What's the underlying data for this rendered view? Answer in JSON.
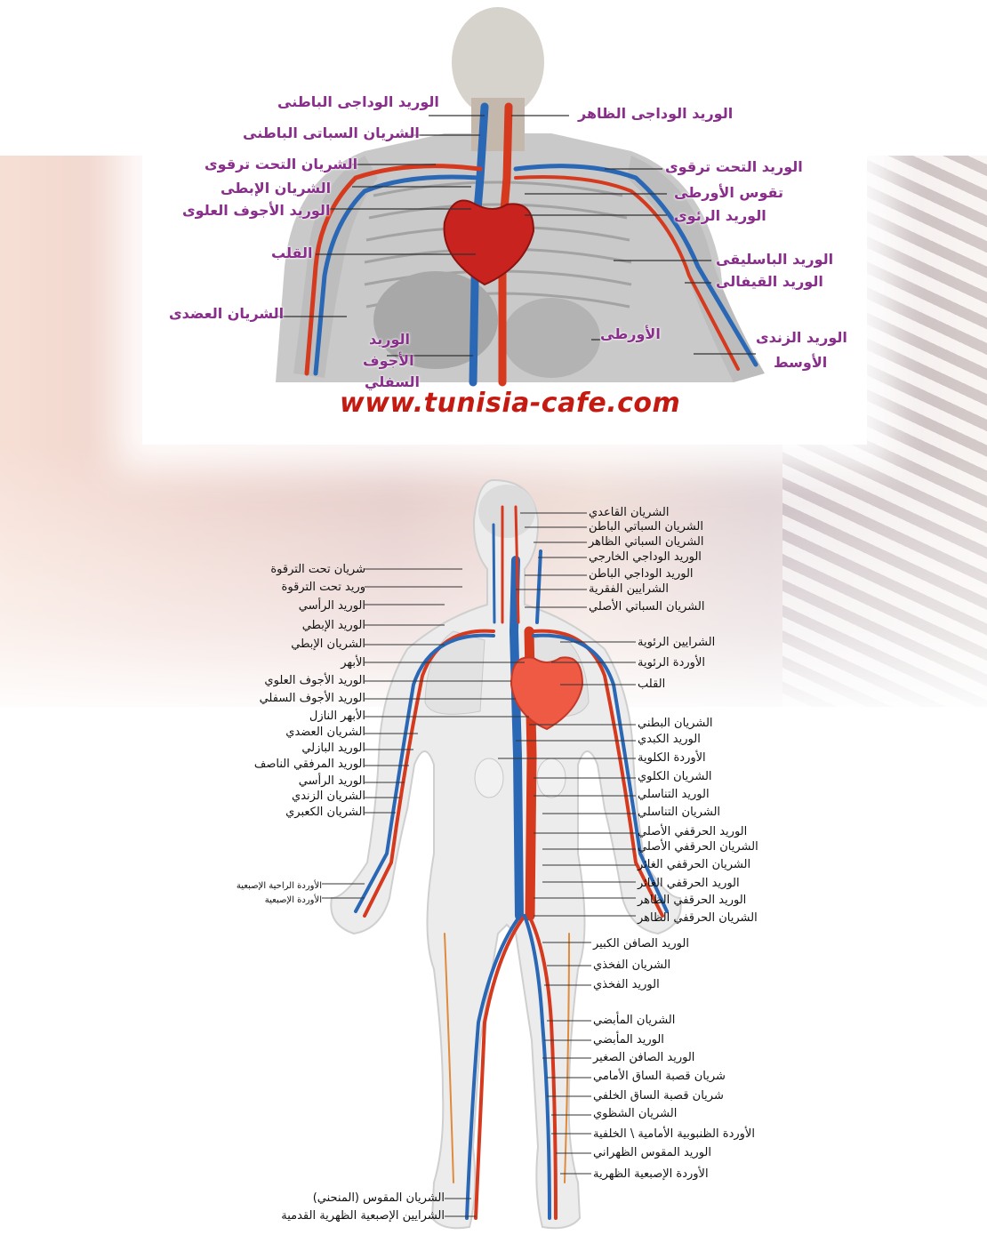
{
  "top": {
    "watermark": "www.tunisia-cafe.com",
    "labels_left": [
      "الوريد الوداجى الباطنى",
      "الشريان السباتى الباطنى",
      "الشريان التحت ترقوى",
      "الشريان الإبطى",
      "الوريد الأجوف العلوى",
      "القلب",
      "الشريان العضدى",
      "الوريد",
      "الأجوف",
      "السفلي"
    ],
    "labels_right": [
      "الوريد الوداجى الظاهر",
      "الوريد التحت ترقوى",
      "تقوس الأورطى",
      "الوريد الرئوى",
      "الوريد الباسليقى",
      "الوريد القيفالى",
      "الأورطى",
      "الوريد الزندى",
      "الأوسط"
    ]
  },
  "bottom": {
    "labels_right": [
      "الشريان القاعدي",
      "الشريان السباتي الباطن",
      "الشريان السباتي الظاهر",
      "الوريد الوداجي الخارجي",
      "الوريد الوداجي الباطن",
      "الشرايين الفقرية",
      "الشريان السباتي الأصلي",
      "الشرايين الرئوية",
      "الأوردة الرئوية",
      "القلب",
      "الشريان البطني",
      "الوريد الكبدي",
      "الأوردة الكلوية",
      "الشريان الكلوي",
      "الوريد التناسلي",
      "الشريان التناسلي",
      "الوريد الحرقفي الأصلي",
      "الشريان الحرقفي الأصلي",
      "الشريان الحرقفي الغائر",
      "الوريد الحرقفي الغائر",
      "الوريد الحرقفي الظاهر",
      "الشريان الحرقفي الظاهر",
      "الوريد الصافن الكبير",
      "الشريان الفخذي",
      "الوريد الفخذي",
      "الشريان المأبضي",
      "الوريد المأبضي",
      "الوريد الصافن الصغير",
      "شريان قصبة الساق الأمامي",
      "شريان قصبة الساق الخلفي",
      "الشريان الشظوي",
      "الأوردة الظنبوبية الأمامية \\ الخلفية",
      "الوريد المقوس الظهراني",
      "الأوردة الإصبعية الظهرية"
    ],
    "labels_left": [
      "شريان تحت الترقوة",
      "وريد تحت الترقوة",
      "الوريد الرأسي",
      "الوريد الإبطي",
      "الشريان الإبطي",
      "الأبهر",
      "الوريد الأجوف العلوي",
      "الوريد الأجوف السفلي",
      "الأبهر النازل",
      "الشريان العضدي",
      "الوريد البازلي",
      "الوريد المرفقي الناصف",
      "الوريد الرأسي",
      "الشريان الزندي",
      "الشريان الكعبري",
      "الأوردة الراحية الإصبعية",
      "الأوردة الإصبعية",
      "الشريان المقوس (المنحني)",
      "الشرايين الإصبعية الظهرية القدمية"
    ]
  },
  "colors": {
    "artery": "#d53a1f",
    "vein": "#2a68b5",
    "label_top": "#8a2e8c",
    "watermark": "#c41a12"
  }
}
